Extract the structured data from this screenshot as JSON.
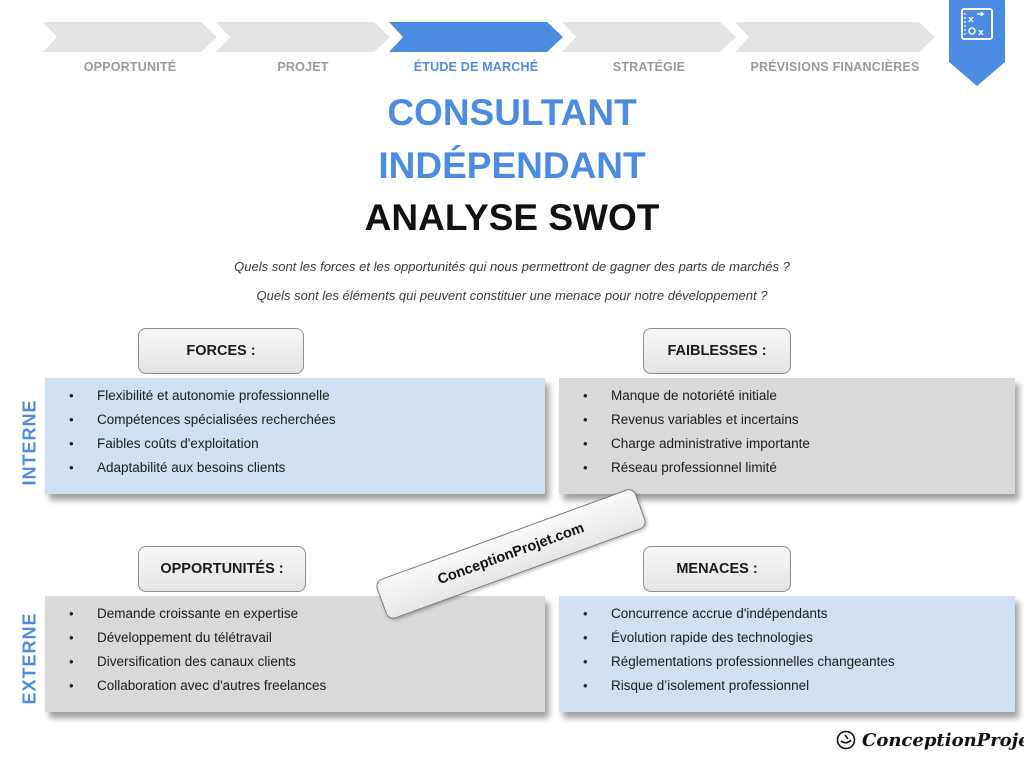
{
  "steps": [
    {
      "label": "OPPORTUNITÉ",
      "active": false
    },
    {
      "label": "PROJET",
      "active": false
    },
    {
      "label": "ÉTUDE DE MARCHÉ",
      "active": true
    },
    {
      "label": "STRATÉGIE",
      "active": false
    },
    {
      "label": "PRÉVISIONS FINANCIÈRES",
      "active": false
    }
  ],
  "colors": {
    "accent": "#4b8be2",
    "step_inactive": "#e3e3e3",
    "blue_box": "#cfe0f2",
    "grey_box": "#d9d9d9"
  },
  "corner_icon": "strategy-board-icon",
  "title": {
    "line1": "CONSULTANT",
    "line2": "INDÉPENDANT",
    "line3": "ANALYSE SWOT"
  },
  "questions": {
    "q1": "Quels sont les forces et les opportunités qui nous permettront de gagner des parts de marchés ?",
    "q2": "Quels sont les éléments qui peuvent constituer une menace pour notre développement ?"
  },
  "side_labels": {
    "internal": "INTERNE",
    "external": "EXTERNE"
  },
  "quadrants": {
    "forces": {
      "title": "FORCES :",
      "items": [
        "Flexibilité et autonomie professionnelle",
        "Compétences spécialisées recherchées",
        "Faibles coûts d'exploitation",
        "Adaptabilité aux besoins clients"
      ]
    },
    "weaknesses": {
      "title": "FAIBLESSES :",
      "items": [
        "Manque de notoriété initiale",
        "Revenus variables et incertains",
        "Charge administrative importante",
        "Réseau professionnel limité"
      ]
    },
    "opportunities": {
      "title": "OPPORTUNITÉS :",
      "items": [
        "Demande croissante en expertise",
        "Développement du télétravail",
        "Diversification des canaux clients",
        "Collaboration avec d'autres freelances"
      ]
    },
    "threats": {
      "title": "MENACES :",
      "items": [
        "Concurrence accrue d'indépendants",
        "Évolution rapide des technologies",
        "Réglementations professionnelles changeantes",
        "Risque d’isolement professionnel"
      ]
    }
  },
  "bullet": "•",
  "stamp_text": "ConceptionProjet.com",
  "footer_logo": "ConceptionProjet"
}
